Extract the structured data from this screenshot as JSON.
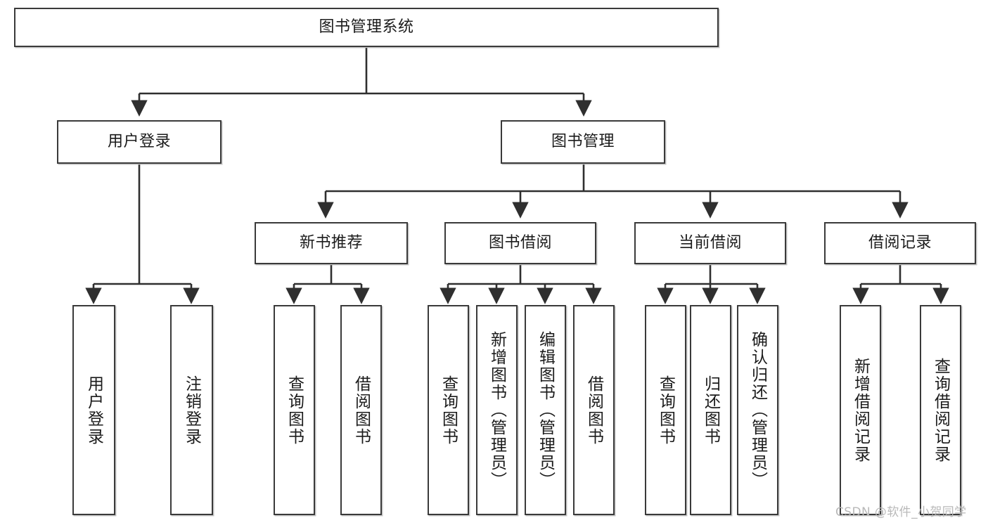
{
  "diagram": {
    "title": "图书管理系统",
    "type": "tree",
    "watermark": "CSDN @软件_小贺同学",
    "colors": {
      "node_border": "#3a3a3a",
      "node_fill": "#ffffff",
      "connector": "#2f2f2f",
      "text": "#1b1b1b",
      "watermark": "#b9b9b9"
    },
    "root": {
      "id": "root",
      "label": "图书管理系统"
    },
    "level2": [
      {
        "id": "user-login",
        "label": "用户登录"
      },
      {
        "id": "book-manage",
        "label": "图书管理"
      }
    ],
    "level3": [
      {
        "id": "new-book-recommend",
        "label": "新书推荐",
        "parent": "book-manage"
      },
      {
        "id": "book-borrow",
        "label": "图书借阅",
        "parent": "book-manage"
      },
      {
        "id": "current-borrow",
        "label": "当前借阅",
        "parent": "book-manage"
      },
      {
        "id": "borrow-record",
        "label": "借阅记录",
        "parent": "book-manage"
      }
    ],
    "leaves": [
      {
        "id": "leaf-user-login",
        "label": "用户登录",
        "parent": "user-login"
      },
      {
        "id": "leaf-logout-login",
        "label": "注销登录",
        "parent": "user-login"
      },
      {
        "id": "leaf-query-book-1",
        "label": "查询图书",
        "parent": "new-book-recommend"
      },
      {
        "id": "leaf-borrow-book-1",
        "label": "借阅图书",
        "parent": "new-book-recommend"
      },
      {
        "id": "leaf-query-book-2",
        "label": "查询图书",
        "parent": "book-borrow"
      },
      {
        "id": "leaf-add-book",
        "label": "新增图书（管理员）",
        "parent": "book-borrow"
      },
      {
        "id": "leaf-edit-book",
        "label": "编辑图书（管理员）",
        "parent": "book-borrow"
      },
      {
        "id": "leaf-borrow-book-2",
        "label": "借阅图书",
        "parent": "book-borrow"
      },
      {
        "id": "leaf-query-book-3",
        "label": "查询图书",
        "parent": "current-borrow"
      },
      {
        "id": "leaf-return-book",
        "label": "归还图书",
        "parent": "current-borrow"
      },
      {
        "id": "leaf-confirm-return",
        "label": "确认归还（管理员）",
        "parent": "current-borrow"
      },
      {
        "id": "leaf-add-record",
        "label": "新增借阅记录",
        "parent": "borrow-record"
      },
      {
        "id": "leaf-query-record",
        "label": "查询借阅记录",
        "parent": "borrow-record"
      }
    ]
  }
}
